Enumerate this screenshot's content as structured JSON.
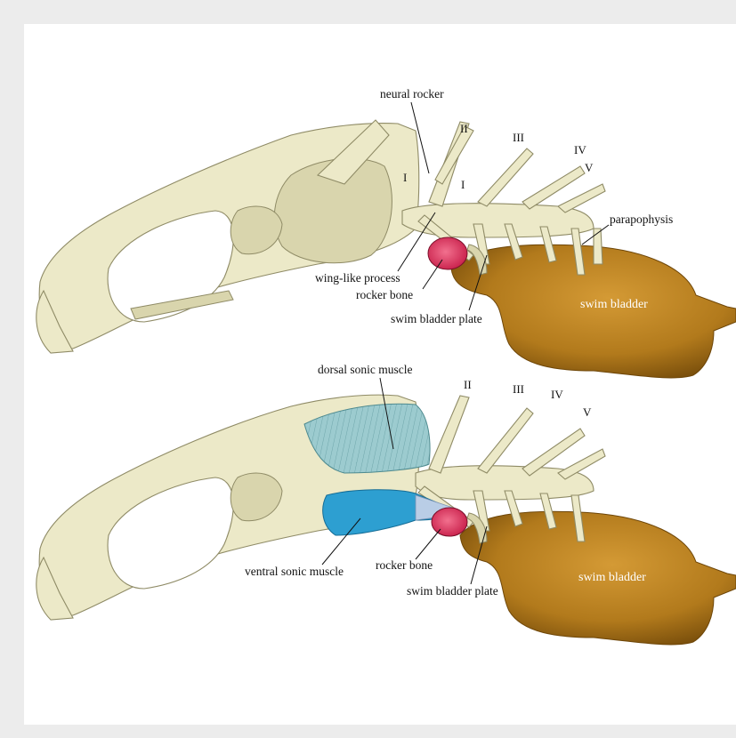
{
  "top_panel": {
    "labels": {
      "neural_rocker": "neural rocker",
      "wing_like_process": "wing-like process",
      "rocker_bone": "rocker bone",
      "swim_bladder_plate": "swim bladder plate",
      "swim_bladder": "swim bladder",
      "parapophysis": "parapophysis"
    },
    "vertebrae": [
      "I",
      "II",
      "III",
      "IV",
      "V"
    ]
  },
  "bottom_panel": {
    "labels": {
      "dorsal_sonic_muscle": "dorsal sonic muscle",
      "ventral_sonic_muscle": "ventral sonic muscle",
      "rocker_bone": "rocker bone",
      "swim_bladder_plate": "swim bladder plate",
      "swim_bladder": "swim bladder"
    },
    "vertebrae": [
      "II",
      "III",
      "IV",
      "V"
    ]
  },
  "colors": {
    "bone": "#ece9c8",
    "swim_bladder": "#b27a1c",
    "rocker_bone": "#d6335a",
    "dorsal_muscle": "#9ccbcf",
    "ventral_muscle": "#2d9fd1"
  }
}
